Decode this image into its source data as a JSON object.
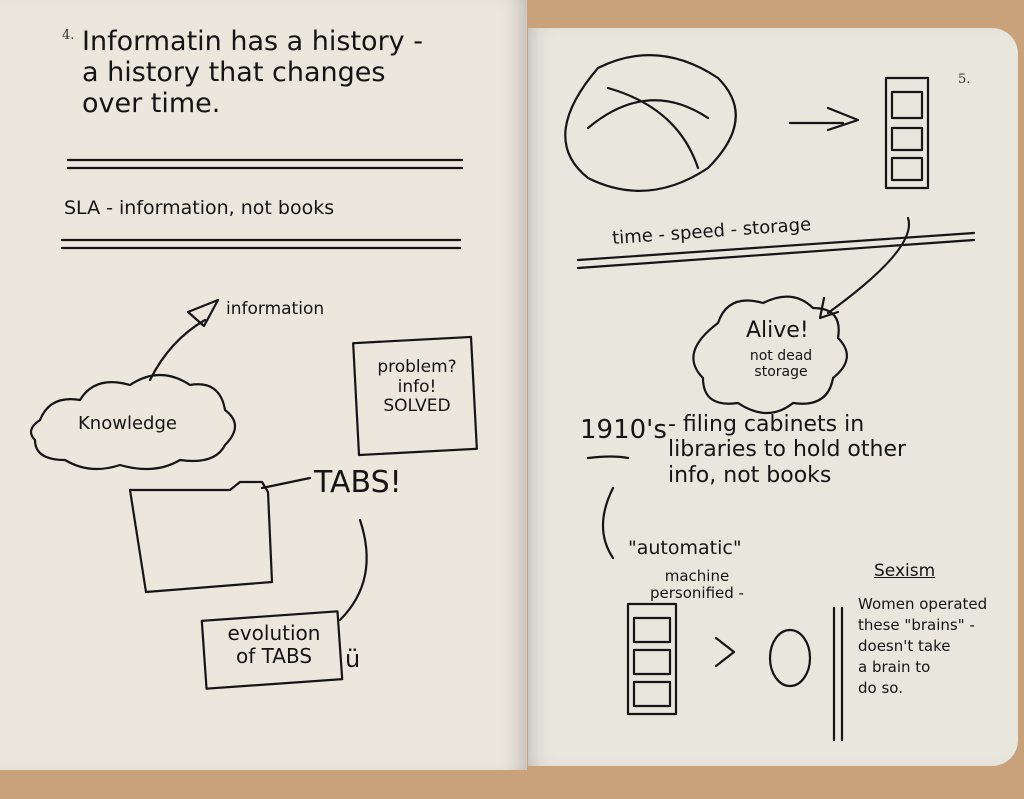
{
  "left_page": {
    "page_number": "4.",
    "heading": "Informatin has a history -\na history that changes\nover time.",
    "subheading": "SLA - information, not books",
    "arrow_label": "information",
    "cloud_label": "Knowledge",
    "box_note": "problem?\ninfo!\nSOLVED",
    "tabs_label": "TABS!",
    "evolution_box": "evolution\nof TABS",
    "smiley": "ü"
  },
  "right_page": {
    "page_number": "5.",
    "caption": "time - speed - storage",
    "cloud_text_main": "Alive!",
    "cloud_text_sub": "not dead\nstorage",
    "decade": "1910's",
    "filing_note": "- filing cabinets in\nlibraries to hold other\ninfo, not books",
    "automatic": "\"automatic\"",
    "machine": "machine\npersonified -",
    "sexism_title": "Sexism",
    "sexism_note": "Women operated\nthese \"brains\" -\ndoesn't take\na brain to\ndo so."
  }
}
